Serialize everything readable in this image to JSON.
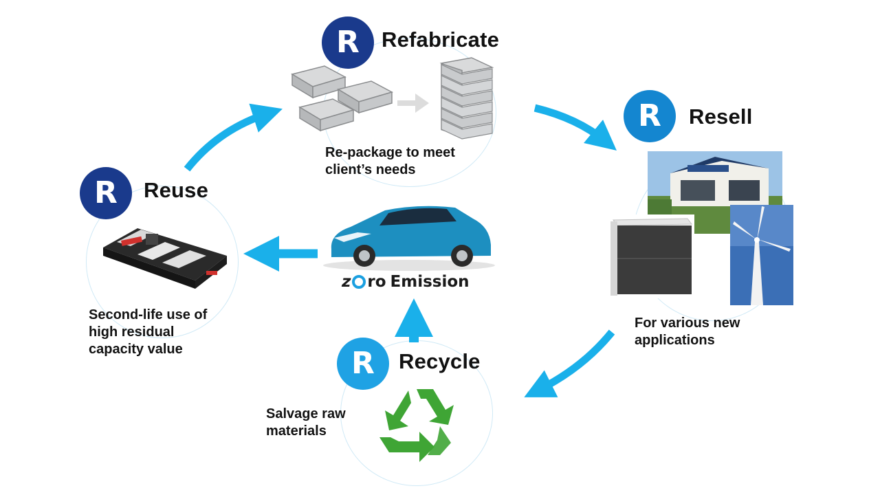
{
  "refabricate": {
    "badge": "R",
    "title": "Refabricate",
    "desc_line1": "Re-package to meet",
    "desc_line2": "client’s needs"
  },
  "resell": {
    "badge": "R",
    "title": "Resell",
    "desc_line1": "For various new",
    "desc_line2": "applications"
  },
  "reuse": {
    "badge": "R",
    "title": "Reuse",
    "desc_line1": "Second-life use of",
    "desc_line2": "high residual",
    "desc_line3": "capacity value"
  },
  "recycle": {
    "badge": "R",
    "title": "Recycle",
    "desc_line1": "Salvage raw",
    "desc_line2": "materials"
  },
  "center": {
    "logo_text": "Emission"
  },
  "colors": {
    "arrow": "#1ab0ea",
    "badge_dark": "#1a3a8c",
    "badge_light": "#1fa2e4",
    "recycle_green": "#3fa535"
  }
}
